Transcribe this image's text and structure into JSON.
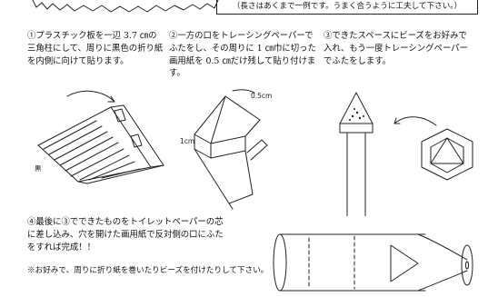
{
  "header": {
    "note": "（長さはあくまで一例です。うまく合うように工夫して下さい。）"
  },
  "steps": [
    {
      "text": "①プラスチック板を一辺 3.7 ㎝の三角柱にして、周りに黒色の折り紙を内側に向けて貼ります。",
      "label": "黒"
    },
    {
      "text": "②一方の口をトレーシングペーパーでふたをし、その周りに 1 ㎝巾に切った画用紙を 0.5 ㎝だけ残して貼り付けます。",
      "label_top": "0.5cm",
      "label_side": "1cm"
    },
    {
      "text": "③できたスペースにビーズをお好みで入れ、もう一度トレーシングペーパーでふたをします。"
    },
    {
      "text": "④最後に③でできたものをトイレットペーパーの芯に差し込み、穴を開けた画用紙で反対側の口にふたをすれば完成！！"
    }
  ],
  "footnote": "※お好みで、周りに折り紙を巻いたりビーズを付けたりして下さい。"
}
